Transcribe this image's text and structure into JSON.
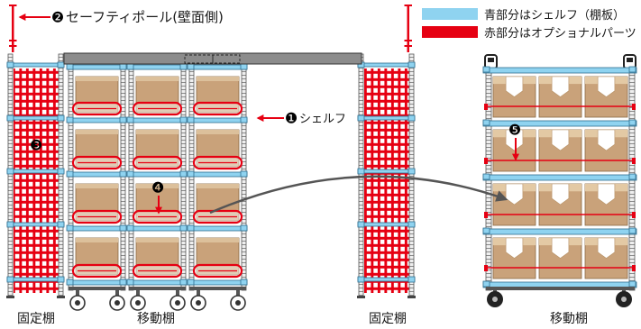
{
  "legend": [
    {
      "label": "青部分はシェルフ（棚板）",
      "color": "#8fd3f0"
    },
    {
      "label": "赤部分はオプショナルパーツ",
      "color": "#e60012"
    }
  ],
  "callouts": {
    "safety_pole": {
      "number": "❷",
      "label": "セーフティポール(壁面側)"
    },
    "shelf": {
      "number": "❶",
      "label": "シェルフ"
    },
    "mesh_panel": {
      "number": "❸"
    },
    "guard_part": {
      "number": "❹"
    },
    "detail_part": {
      "number": "❺"
    }
  },
  "captions": {
    "left_fixed": "固定棚",
    "center_moving": "移動棚",
    "right_fixed": "固定棚",
    "right_moving": "移動棚"
  },
  "colors": {
    "shelf_blue": "#8fd3f0",
    "optional_red": "#e60012",
    "rail_gray": "#8c8c8c",
    "box_tan": "#c9a27a"
  }
}
